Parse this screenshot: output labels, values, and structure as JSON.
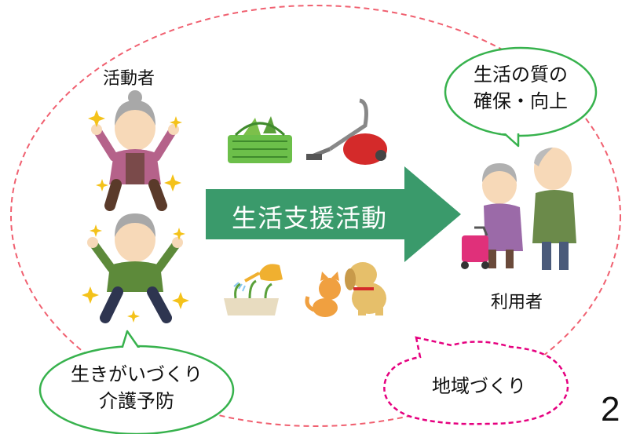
{
  "labels": {
    "activists": "活動者",
    "users": "利用者"
  },
  "arrow": {
    "label": "生活支援活動",
    "color": "#3a9a6b"
  },
  "bubbles": {
    "quality_line1": "生活の質の",
    "quality_line2": "確保・向上",
    "motivation_line1": "生きがいづくり",
    "motivation_line2": "介護予防",
    "community": "地域づくり"
  },
  "page_number": "2",
  "colors": {
    "outer_dash": "#f06070",
    "green_bubble_stroke": "#37b24d",
    "pink_bubble_stroke": "#e5007f"
  },
  "icons": [
    "sparkle-icon",
    "shopping-basket-icon",
    "vacuum-cleaner-icon",
    "watering-can-icon",
    "plant-tray-icon",
    "cat-icon",
    "dog-icon",
    "walker-icon"
  ]
}
